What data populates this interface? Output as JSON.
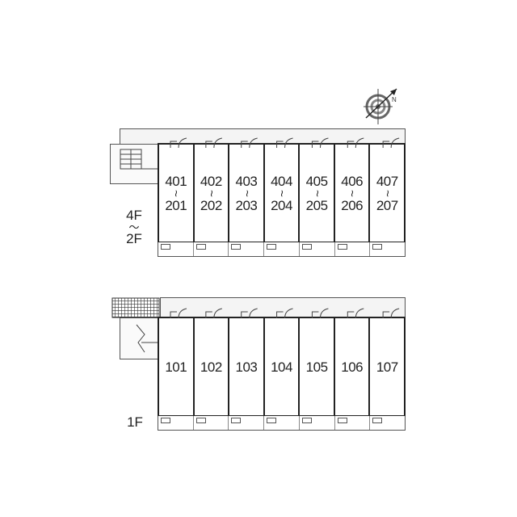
{
  "floors": {
    "upper": {
      "label_top": "4F",
      "label_mid": "〜",
      "label_bottom": "2F",
      "units": [
        {
          "top": "401",
          "bottom": "201"
        },
        {
          "top": "402",
          "bottom": "202"
        },
        {
          "top": "403",
          "bottom": "203"
        },
        {
          "top": "404",
          "bottom": "204"
        },
        {
          "top": "405",
          "bottom": "205"
        },
        {
          "top": "406",
          "bottom": "206"
        },
        {
          "top": "407",
          "bottom": "207"
        }
      ],
      "tilde": "〜"
    },
    "ground": {
      "label": "1F",
      "units": [
        "101",
        "102",
        "103",
        "104",
        "105",
        "106",
        "107"
      ]
    }
  },
  "compass": {
    "icon": "compass-north-arrow-icon"
  }
}
